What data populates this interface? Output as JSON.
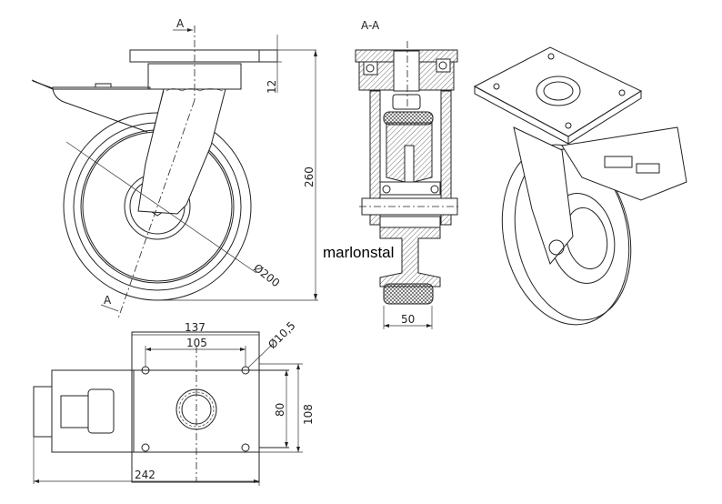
{
  "side_view": {
    "section_mark_top": "A",
    "section_mark_bottom": "A",
    "dim_plate_thickness": "12",
    "dim_height": "260",
    "dim_wheel_diameter": "Ø200"
  },
  "section_view": {
    "title": "A-A",
    "dim_wheel_width": "50"
  },
  "watermark": "marlonstal",
  "bottom_view": {
    "dim_plate_length": "137",
    "dim_hole_spacing_x": "105",
    "dim_hole_diameter": "Ø10,5",
    "dim_hole_spacing_y": "80",
    "dim_plate_width": "108",
    "dim_overall_length": "242"
  }
}
